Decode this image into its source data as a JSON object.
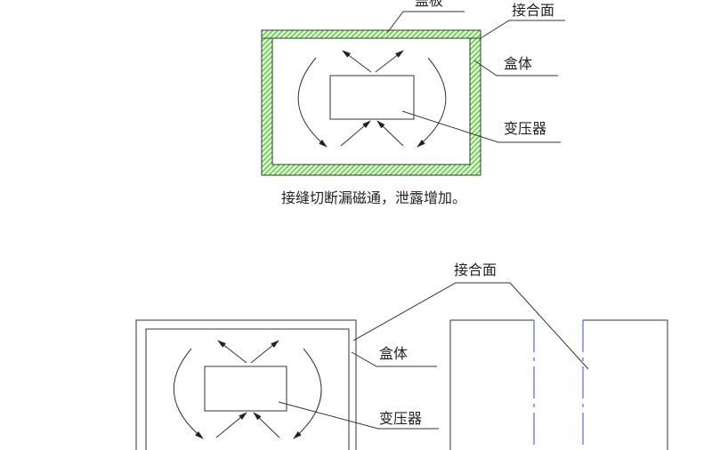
{
  "top_diagram": {
    "labels": {
      "cover": "盖板",
      "joint": "接合面",
      "box": "盒体",
      "transformer": "变压器"
    },
    "caption": "接缝切断漏磁通，泄露增加。",
    "hatch_color": "#66dd44"
  },
  "bottom_diagram": {
    "labels": {
      "joint": "接合面",
      "box": "盒体",
      "transformer": "变压器"
    },
    "joint_line_color": "#3344ee"
  }
}
